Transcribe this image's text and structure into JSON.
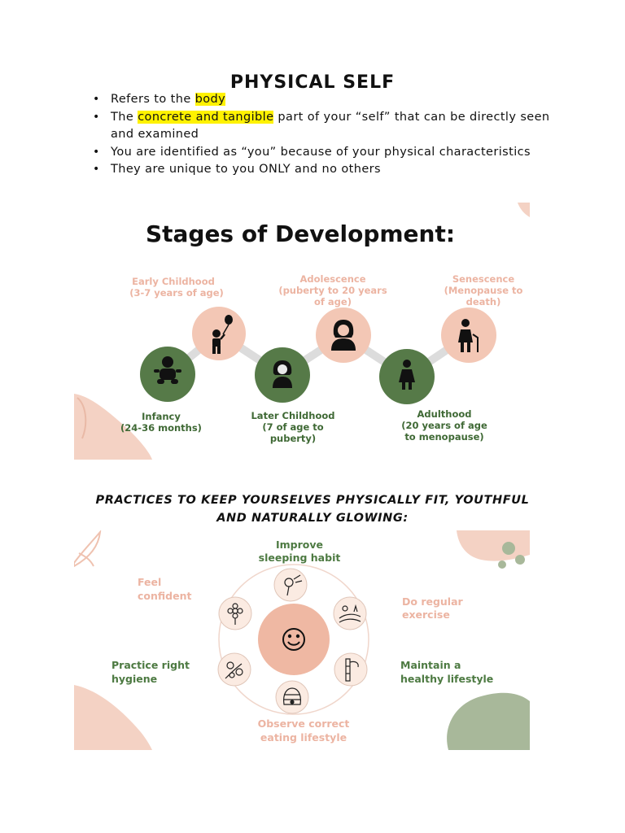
{
  "document": {
    "title": "PHYSICAL SELF",
    "bullets": [
      {
        "pre": "Refers to the ",
        "highlight": "body",
        "post": ""
      },
      {
        "pre": "The ",
        "highlight": "concrete and tangible",
        "post": " part of your “self” that can be directly seen and examined"
      },
      {
        "pre": " You are identified as “you” because of your physical characteristics",
        "highlight": "",
        "post": ""
      },
      {
        "pre": "They are unique to you ONLY and no others",
        "highlight": "",
        "post": ""
      }
    ],
    "practices_heading_line1": "PRACTICES TO KEEP YOURSELVES PHYSICALLY FIT, YOUTHFUL",
    "practices_heading_line2": "AND NATURALLY GLOWING:"
  },
  "stages": {
    "title": "Stages of Development:",
    "items": {
      "early_childhood": {
        "name": "Early Childhood",
        "detail1": "(3-7 years of age)",
        "detail2": ""
      },
      "adolescence": {
        "name": "Adolescence",
        "detail1": "(puberty to 20 years",
        "detail2": "of age)"
      },
      "senescence": {
        "name": "Senescence",
        "detail1": "(Menopause to",
        "detail2": "death)"
      },
      "infancy": {
        "name": "Infancy",
        "detail1": "(24-36 months)",
        "detail2": ""
      },
      "later_childhood": {
        "name": "Later Childhood",
        "detail1": "(7 of age to",
        "detail2": "puberty)"
      },
      "adulthood": {
        "name": "Adulthood",
        "detail1": "(20 years of age",
        "detail2": "to menopause)"
      }
    }
  },
  "practices": {
    "sleep": {
      "line1": "Improve",
      "line2": "sleeping habit"
    },
    "confident": {
      "line1": "Feel",
      "line2": "confident"
    },
    "exercise": {
      "line1": "Do regular",
      "line2": "exercise"
    },
    "hygiene": {
      "line1": "Practice right",
      "line2": "hygiene"
    },
    "lifestyle": {
      "line1": "Maintain a",
      "line2": "healthy lifestyle"
    },
    "eating": {
      "line1": "Observe correct",
      "line2": "eating lifestyle"
    }
  },
  "colors": {
    "salmon": "#f2c6b4",
    "salmon_text": "#e9ab97",
    "green": "#567a48",
    "green_text": "#4d7a42",
    "sage": "#a8b89a",
    "connector": "#d9d9d9"
  },
  "icons": [
    "balloon-child-icon",
    "teen-icon",
    "elder-cane-icon",
    "baby-icon",
    "child-icon",
    "woman-icon",
    "smiley-icon",
    "dandelion-icon",
    "landscape-icon",
    "flower-icon",
    "bamboo-icon",
    "blossom-icon",
    "beehive-icon"
  ]
}
